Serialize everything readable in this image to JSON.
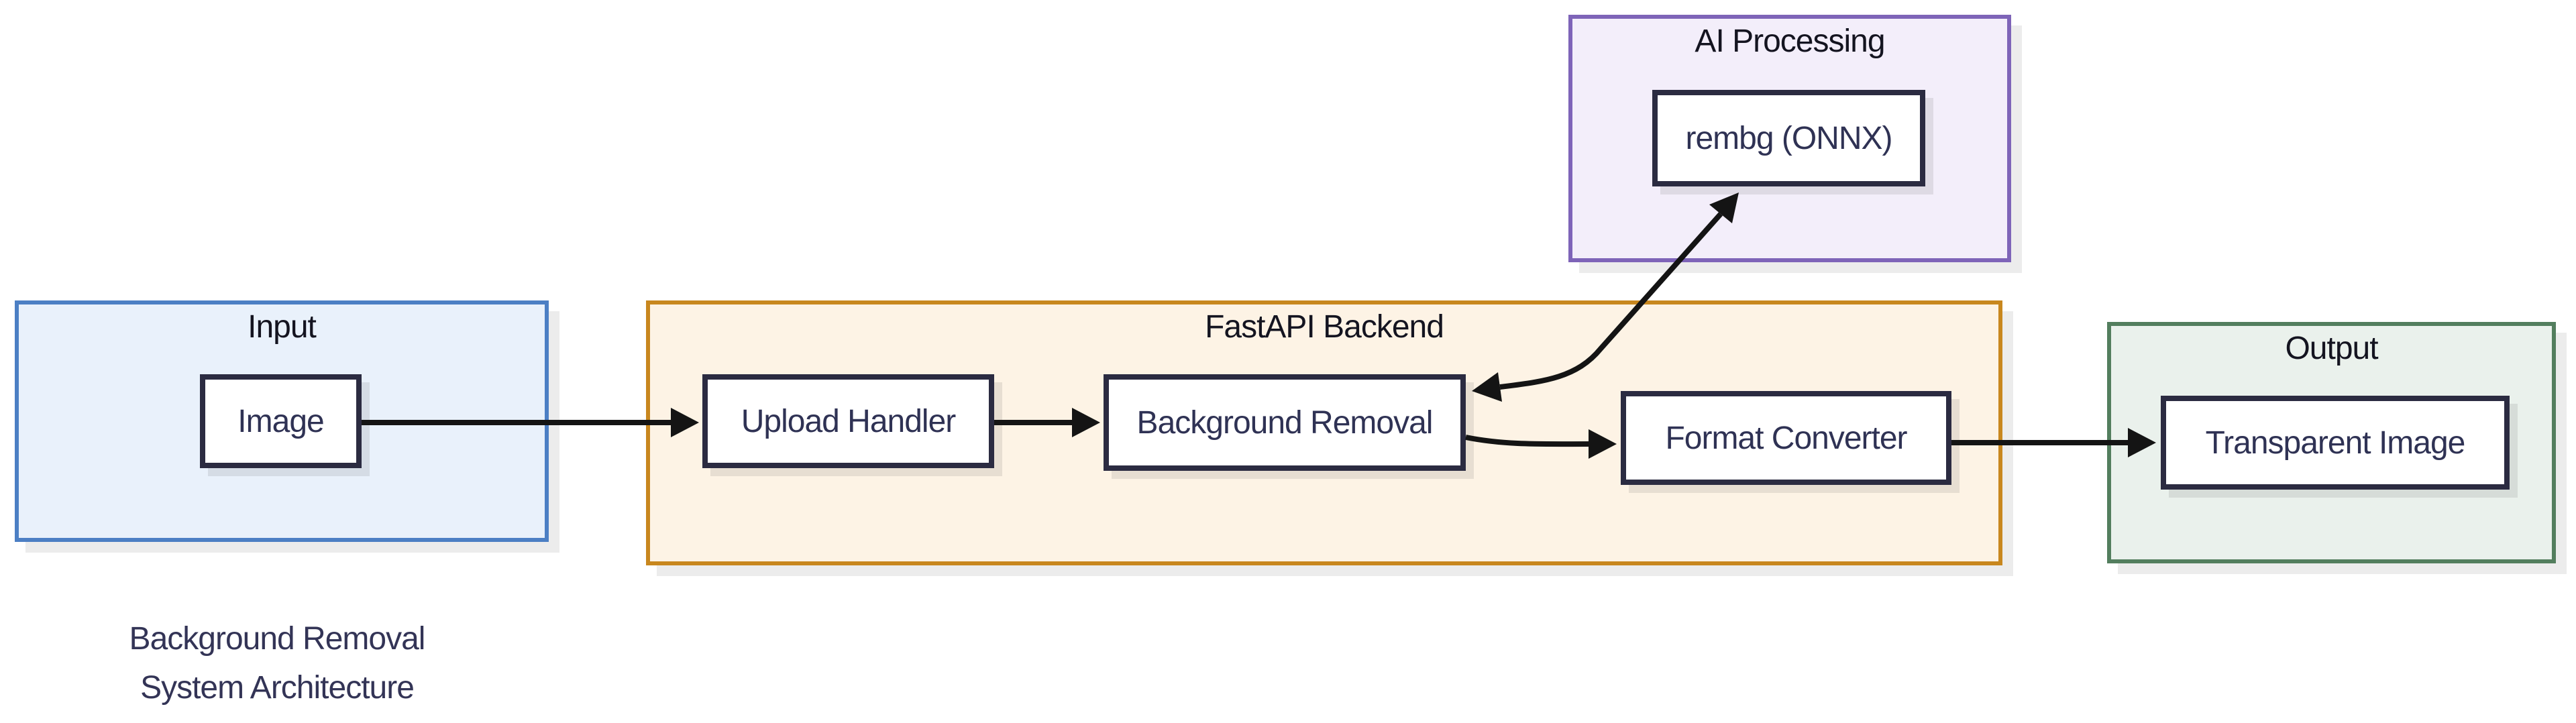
{
  "diagram": {
    "caption": {
      "line1": "Background Removal",
      "line2": "System Architecture"
    },
    "containers": [
      {
        "label": "Input",
        "fill": "#E9F1FB",
        "border": "#4C7FC4",
        "nodes": [
          {
            "label": "Image"
          }
        ]
      },
      {
        "label": "FastAPI Backend",
        "fill": "#FDF3E5",
        "border": "#C8871E",
        "nodes": [
          {
            "label": "Upload Handler"
          },
          {
            "label": "Background Removal"
          },
          {
            "label": "Format Converter"
          }
        ]
      },
      {
        "label": "AI Processing",
        "fill": "#F3EEFA",
        "border": "#7E64B8",
        "nodes": [
          {
            "label": "rembg (ONNX)"
          }
        ]
      },
      {
        "label": "Output",
        "fill": "#EAF1EC",
        "border": "#537E5E",
        "nodes": [
          {
            "label": "Transparent Image"
          }
        ]
      }
    ],
    "edges": [
      {
        "from": "Image",
        "to": "Upload Handler",
        "direction": "forward"
      },
      {
        "from": "Upload Handler",
        "to": "Background Removal",
        "direction": "forward"
      },
      {
        "from": "Background Removal",
        "to": "Format Converter",
        "direction": "forward"
      },
      {
        "from": "Format Converter",
        "to": "Transparent Image",
        "direction": "forward"
      },
      {
        "from": "Background Removal",
        "to": "rembg (ONNX)",
        "direction": "bidirectional"
      }
    ],
    "colors": {
      "background": "#FFFFFF",
      "node_fill": "#FFFFFF",
      "node_border": "#2B2B41",
      "node_text": "#2F3254",
      "container_title": "#141420",
      "arrow": "#141414",
      "caption_text": "#333456"
    }
  }
}
